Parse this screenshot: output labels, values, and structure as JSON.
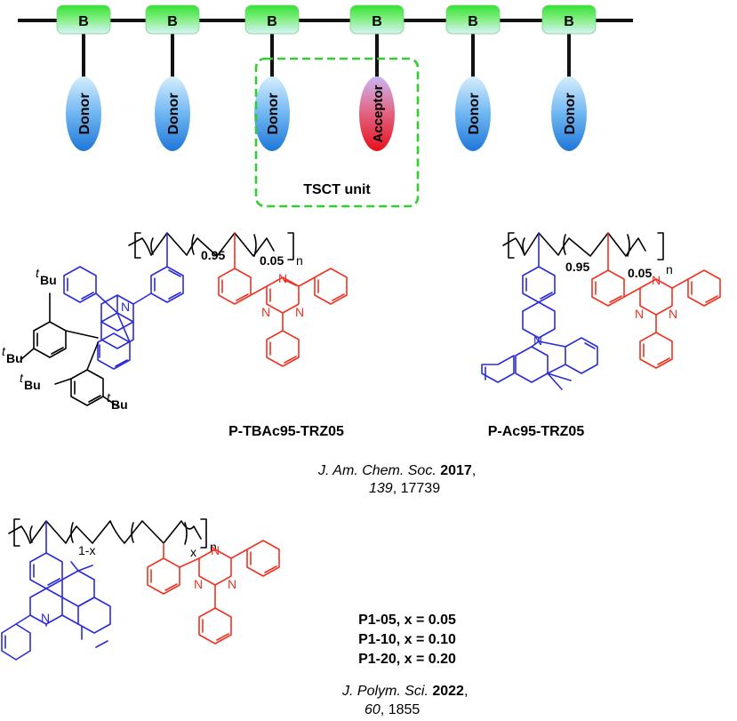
{
  "schematic": {
    "backbone_unit_label": "B",
    "backbone_count": 6,
    "pendants": [
      "Donor",
      "Donor",
      "Donor",
      "Acceptor",
      "Donor",
      "Donor"
    ],
    "tsct_label": "TSCT unit",
    "colors": {
      "backbone": "#33dd33",
      "donor": "#2f8fe8",
      "acceptor": "#e8202a",
      "box": "#33cc33"
    }
  },
  "polymer1": {
    "name": "P-TBAc95-TRZ05",
    "x_label": "0.95",
    "y_label": "0.05",
    "n_label": "n",
    "sub_tbu_sup": "t",
    "sub_tbu_text": "Bu",
    "n_atom": "N"
  },
  "polymer2": {
    "name": "P-Ac95-TRZ05",
    "x_label": "0.95",
    "y_label": "0.05",
    "n_label": "n",
    "n_atom": "N"
  },
  "citation1": {
    "journal": "J. Am. Chem. Soc.",
    "year": "2017",
    "volume": "139",
    "page": ", 17739",
    "year_sep": ","
  },
  "polymer3": {
    "x_label": "1-x",
    "y_label": "x",
    "n_label": "n",
    "n_atom": "N",
    "labels": [
      "P1-05, x = 0.05",
      "P1-10, x = 0.10",
      "P1-20, x = 0.20"
    ]
  },
  "citation2": {
    "journal": "J. Polym. Sci.",
    "year": "2022",
    "volume": "60",
    "page": ", 1855",
    "year_sep": ","
  },
  "triazine": {
    "atom": "N"
  }
}
